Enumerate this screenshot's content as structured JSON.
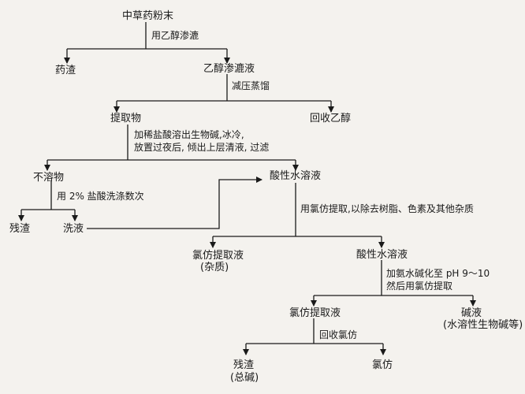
{
  "nodes": {
    "powder": "中草药粉末",
    "residue_top": "药渣",
    "ethanol_extract": "乙醇渗漉液",
    "extract": "提取物",
    "recover_ethanol": "回收乙醇",
    "insoluble": "不溶物",
    "acid_solution": "酸性水溶液",
    "residue_left": "残渣",
    "washings": "洗液",
    "chloroform_extract_impurity": "氯仿提取液",
    "impurity_note": "(杂质)",
    "acid_solution_2": "酸性水溶液",
    "chloroform_extract": "氯仿提取液",
    "aqueous_layer": "碱液",
    "water_soluble_note": "(水溶性生物碱等)",
    "residue_bottom": "残渣",
    "total_alkaloid_note": "(总碱)",
    "chloroform": "氯仿"
  },
  "steps": {
    "percolate": "用乙醇渗漉",
    "evaporate": "减压蒸馏",
    "acid_dissolve_1": "加稀盐酸溶出生物碱,冰冷,",
    "acid_dissolve_2": "放置过夜后, 倾出上层清液, 过滤",
    "wash": "用 2% 盐酸洗涤数次",
    "chloroform_wash": "用氯仿提取,以除去树脂、色素及其他杂质",
    "basify_1": "加氨水碱化至 pH 9～10",
    "basify_2": "然后用氯仿提取",
    "recover_chloroform": "回收氯仿"
  },
  "colors": {
    "ink": "#1a1a1a",
    "paper": "#f4f2ee"
  }
}
